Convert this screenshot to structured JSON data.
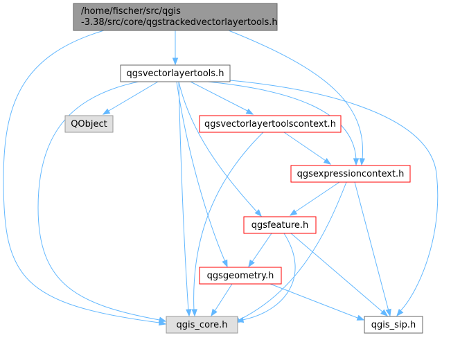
{
  "colors": {
    "edge": "#63b8ff",
    "root_fill": "#999999",
    "root_border": "#666666",
    "plain_fill": "#ffffff",
    "plain_border": "#666666",
    "external_fill": "#e0e0e0",
    "external_border": "#999999",
    "highlight_border": "#ff0000"
  },
  "nodes": {
    "root": {
      "lines": [
        "/home/fischer/src/qgis",
        "-3.38/src/core/qgstrackedvectorlayertools.h"
      ]
    },
    "qgsvectorlayertools": {
      "label": "qgsvectorlayertools.h"
    },
    "qobject": {
      "label": "QObject"
    },
    "qgsvectorlayertoolscontext": {
      "label": "qgsvectorlayertoolscontext.h"
    },
    "qgsexpressioncontext": {
      "label": "qgsexpressioncontext.h"
    },
    "qgsfeature": {
      "label": "qgsfeature.h"
    },
    "qgsgeometry": {
      "label": "qgsgeometry.h"
    },
    "qgis_core": {
      "label": "qgis_core.h"
    },
    "qgis_sip": {
      "label": "qgis_sip.h"
    }
  }
}
